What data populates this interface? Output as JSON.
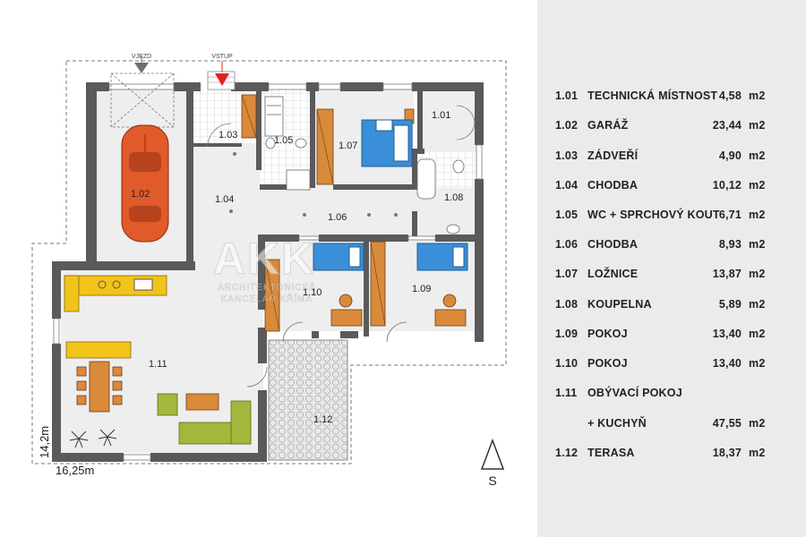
{
  "plan": {
    "labels": {
      "vjezd": "VJEZD",
      "vstup": "VSTUP",
      "r101": "1.01",
      "r102": "1.02",
      "r103": "1.03",
      "r104": "1.04",
      "r105": "1.05",
      "r106": "1.06",
      "r107": "1.07",
      "r108": "1.08",
      "r109": "1.09",
      "r110": "1.10",
      "r111": "1.11",
      "r112": "1.12"
    },
    "dimensions": {
      "width": "16,25m",
      "height": "14,2m"
    },
    "compass_letter": "S",
    "watermark": {
      "logo": "AKK",
      "line1": "ARCHITEKTONICKÁ",
      "line2": "KANCELÁŘ KŘÍMA"
    },
    "colors": {
      "wall": "#5a5a5a",
      "car": "#e05a2a",
      "bed_blue": "#3a8fd8",
      "sofa_green": "#a3b73c",
      "kitchen_yellow": "#f2c41a",
      "wood": "#d98a3a",
      "entrance_arrow": "#e02020"
    }
  },
  "legend": {
    "rows": [
      {
        "num": "1.01",
        "name": "TECHNICKÁ MÍSTNOST",
        "area": "4,58",
        "unit": "m2"
      },
      {
        "num": "1.02",
        "name": "GARÁŽ",
        "area": "23,44",
        "unit": "m2"
      },
      {
        "num": "1.03",
        "name": "ZÁDVEŘÍ",
        "area": "4,90",
        "unit": "m2"
      },
      {
        "num": "1.04",
        "name": "CHODBA",
        "area": "10,12",
        "unit": "m2"
      },
      {
        "num": "1.05",
        "name": "WC + SPRCHOVÝ KOUT",
        "area": "6,71",
        "unit": "m2"
      },
      {
        "num": "1.06",
        "name": "CHODBA",
        "area": "8,93",
        "unit": "m2"
      },
      {
        "num": "1.07",
        "name": "LOŽNICE",
        "area": "13,87",
        "unit": "m2"
      },
      {
        "num": "1.08",
        "name": "KOUPELNA",
        "area": "5,89",
        "unit": "m2"
      },
      {
        "num": "1.09",
        "name": "POKOJ",
        "area": "13,40",
        "unit": "m2"
      },
      {
        "num": "1.10",
        "name": "POKOJ",
        "area": "13,40",
        "unit": "m2"
      },
      {
        "num": "1.11",
        "name": "OBÝVACÍ POKOJ",
        "area": "",
        "unit": ""
      },
      {
        "num": "",
        "name": "+ KUCHYŇ",
        "area": "47,55",
        "unit": "m2"
      },
      {
        "num": "1.12",
        "name": "TERASA",
        "area": "18,37",
        "unit": "m2"
      }
    ]
  }
}
